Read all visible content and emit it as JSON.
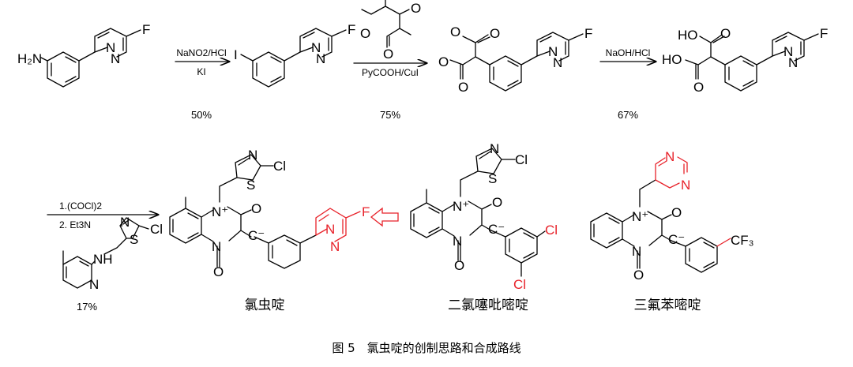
{
  "colors": {
    "highlight": "#e8222a",
    "ink": "#000000"
  },
  "step1": {
    "reagent_top": "NaNO2/HCl",
    "reagent_bottom": "KI",
    "yield": "50%"
  },
  "step2": {
    "reagent": "PyCOOH/CuI",
    "yield": "75%"
  },
  "step3": {
    "reagent": "NaOH/HCl",
    "yield": "67%"
  },
  "step4": {
    "reagent_1": "1.(COCl)2",
    "reagent_2": "2. Et3N",
    "yield": "17%"
  },
  "names": {
    "product": "氯虫啶",
    "analog_1": "二氯噻吡嘧啶",
    "analog_2": "三氟苯嘧啶"
  },
  "caption": "图 5　氯虫啶的创制思路和合成路线",
  "atoms": {
    "H2N": "H₂N",
    "F": "F",
    "N": "N",
    "I": "I",
    "O": "O",
    "HO": "HO",
    "S": "S",
    "Cl": "Cl",
    "NH": "NH",
    "N_plus": "N⁺",
    "C_minus": "C⁻",
    "CF3": "CF₃"
  }
}
